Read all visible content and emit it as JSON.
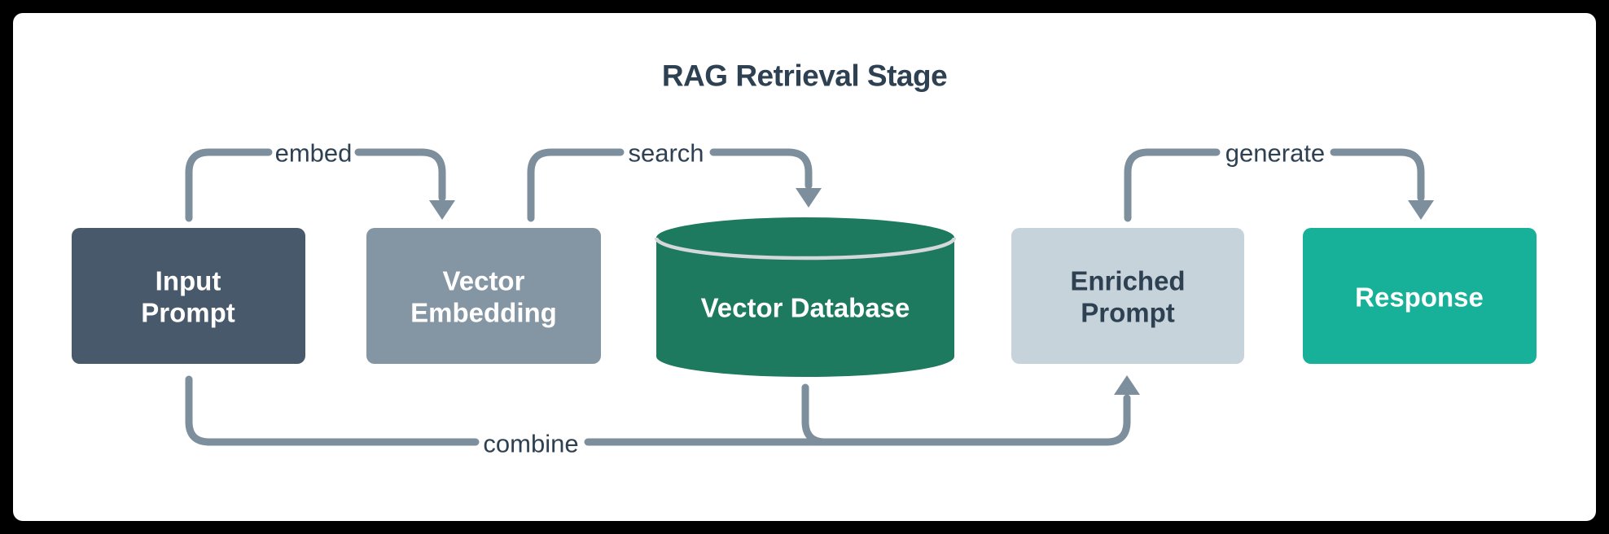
{
  "title": "RAG Retrieval Stage",
  "nodes": {
    "input_prompt": {
      "line1": "Input",
      "line2": "Prompt",
      "shape": "rectangle",
      "fill": "#47596a",
      "text_color": "#ffffff"
    },
    "vector_embedding": {
      "line1": "Vector",
      "line2": "Embedding",
      "shape": "rectangle",
      "fill": "#8495a3",
      "text_color": "#ffffff"
    },
    "vector_database": {
      "label": "Vector Database",
      "shape": "cylinder",
      "fill": "#1d7a5f",
      "text_color": "#ffffff"
    },
    "enriched_prompt": {
      "line1": "Enriched",
      "line2": "Prompt",
      "shape": "rectangle",
      "fill": "#c7d3da",
      "text_color": "#2e4152"
    },
    "response": {
      "label": "Response",
      "shape": "rectangle",
      "fill": "#17b098",
      "text_color": "#ffffff"
    }
  },
  "edges": {
    "embed": {
      "label": "embed",
      "from": "input_prompt",
      "to": "vector_embedding"
    },
    "search": {
      "label": "search",
      "from": "vector_embedding",
      "to": "vector_database"
    },
    "combine": {
      "label": "combine",
      "from": "input_prompt, vector_database",
      "to": "enriched_prompt"
    },
    "generate": {
      "label": "generate",
      "from": "enriched_prompt",
      "to": "response"
    }
  },
  "colors": {
    "frame_bg": "#000000",
    "canvas_bg": "#ffffff",
    "arrow": "#7d8e9c",
    "label_text": "#2e4152",
    "title_text": "#2e4152",
    "db_lid_highlight": "#d4d8da"
  }
}
